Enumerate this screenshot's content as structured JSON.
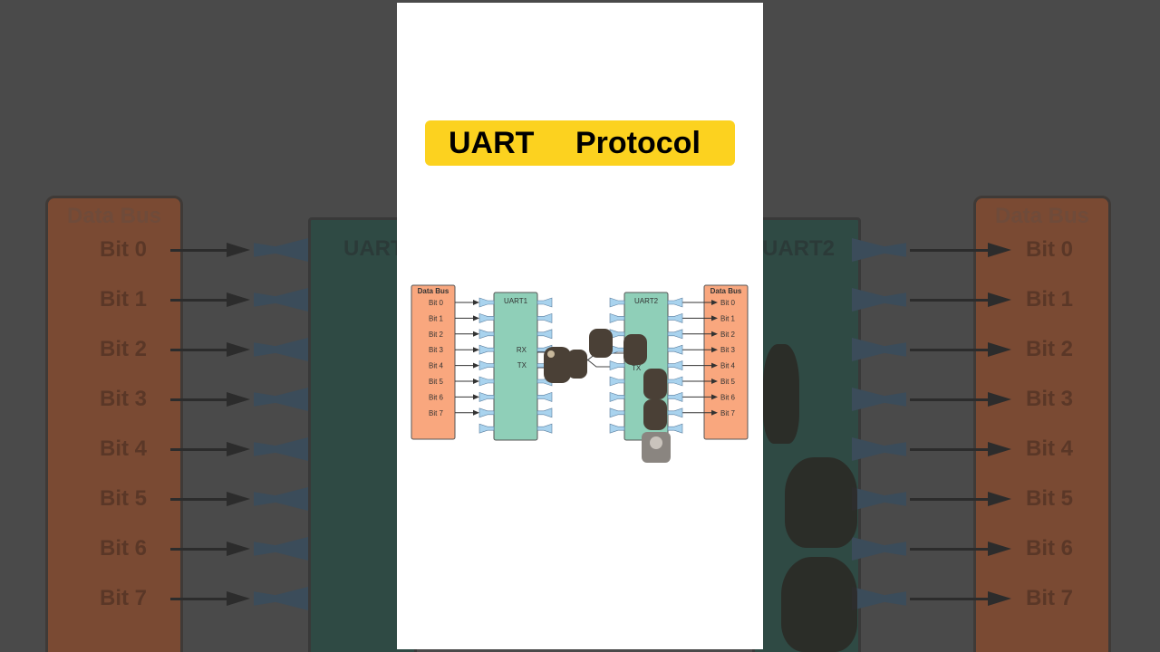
{
  "title": {
    "word1": "UART",
    "word2": "Protocol"
  },
  "data_bus_label": "Data Bus",
  "uart1_label": "UART1",
  "uart2_label": "UART2",
  "rx_label": "RX",
  "tx_label": "TX",
  "bits": [
    "Bit 0",
    "Bit 1",
    "Bit 2",
    "Bit 3",
    "Bit 4",
    "Bit 5",
    "Bit 6",
    "Bit 7"
  ],
  "background": {
    "left_bus_label": "Data Bus",
    "right_bus_label": "Data Bus",
    "left_uart_label": "UART",
    "right_uart_label": "UART2",
    "bits": [
      "Bit 0",
      "Bit 1",
      "Bit 2",
      "Bit 3",
      "Bit 4",
      "Bit 5",
      "Bit 6",
      "Bit 7"
    ]
  },
  "colors": {
    "banner": "#fcd21f",
    "data_bus": "#f9a77e",
    "uart": "#8fcfb8",
    "pin": "#a9d3ee",
    "backdrop": "#4a4a4a"
  }
}
